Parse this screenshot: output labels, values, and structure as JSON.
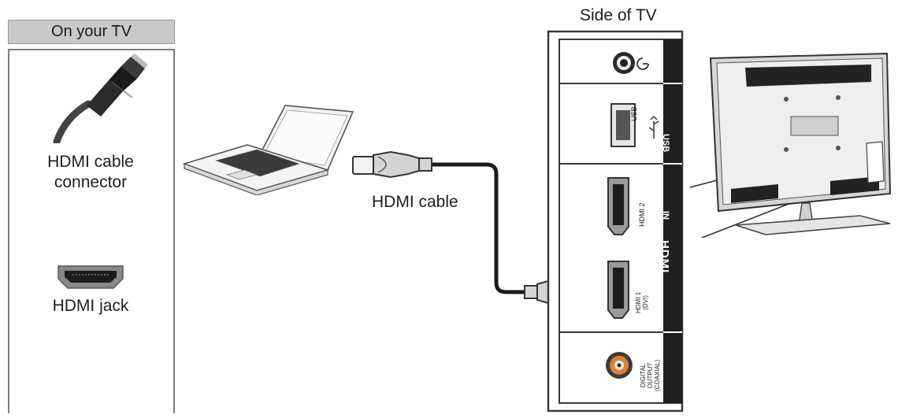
{
  "legend": {
    "title": "On your TV",
    "connector_label_line1": "HDMI cable",
    "connector_label_line2": "connector",
    "jack_label": "HDMI jack"
  },
  "labels": {
    "side_of_tv": "Side of TV",
    "hdmi_cable": "HDMI cable"
  },
  "tv_panel": {
    "usb_port_label": "USB",
    "usb_section": "USB",
    "hdmi2_label": "HDMI 2",
    "hdmi1_label_line1": "HDMI 1",
    "hdmi1_label_line2": "(DVI)",
    "hdmi_section_logo": "HDMI",
    "hdmi_section_in": "IN",
    "digital_line1": "DIGITAL",
    "digital_line2": "OUTPUT",
    "digital_line3": "(COAXIAL)"
  }
}
